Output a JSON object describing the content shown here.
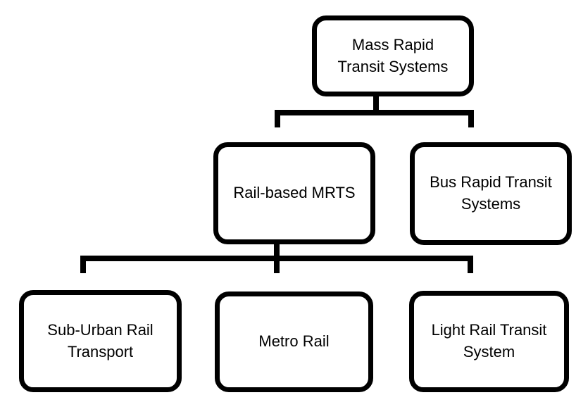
{
  "diagram": {
    "type": "hierarchy",
    "background_color": "#ffffff",
    "stroke_color": "#000000",
    "text_color": "#000000",
    "nodes": [
      {
        "id": "mass-rapid-transit-systems",
        "label": "Mass Rapid Transit Systems",
        "lines": [
          "Mass Rapid",
          "Transit Systems"
        ],
        "level": 0,
        "parent": null
      },
      {
        "id": "rail-based-mrts",
        "label": "Rail-based MRTS",
        "lines": [
          "Rail-based MRTS"
        ],
        "level": 1,
        "parent": "mass-rapid-transit-systems"
      },
      {
        "id": "bus-rapid-transit-systems",
        "label": "Bus Rapid Transit Systems",
        "lines": [
          "Bus Rapid Transit",
          "Systems"
        ],
        "level": 1,
        "parent": "mass-rapid-transit-systems"
      },
      {
        "id": "sub-urban-rail-transport",
        "label": "Sub-Urban Rail Transport",
        "lines": [
          "Sub-Urban Rail",
          "Transport"
        ],
        "level": 2,
        "parent": "rail-based-mrts"
      },
      {
        "id": "metro-rail",
        "label": "Metro Rail",
        "lines": [
          "Metro Rail"
        ],
        "level": 2,
        "parent": "rail-based-mrts"
      },
      {
        "id": "light-rail-transit-system",
        "label": "Light Rail Transit System",
        "lines": [
          "Light Rail Transit",
          "System"
        ],
        "level": 2,
        "parent": "rail-based-mrts"
      }
    ]
  }
}
